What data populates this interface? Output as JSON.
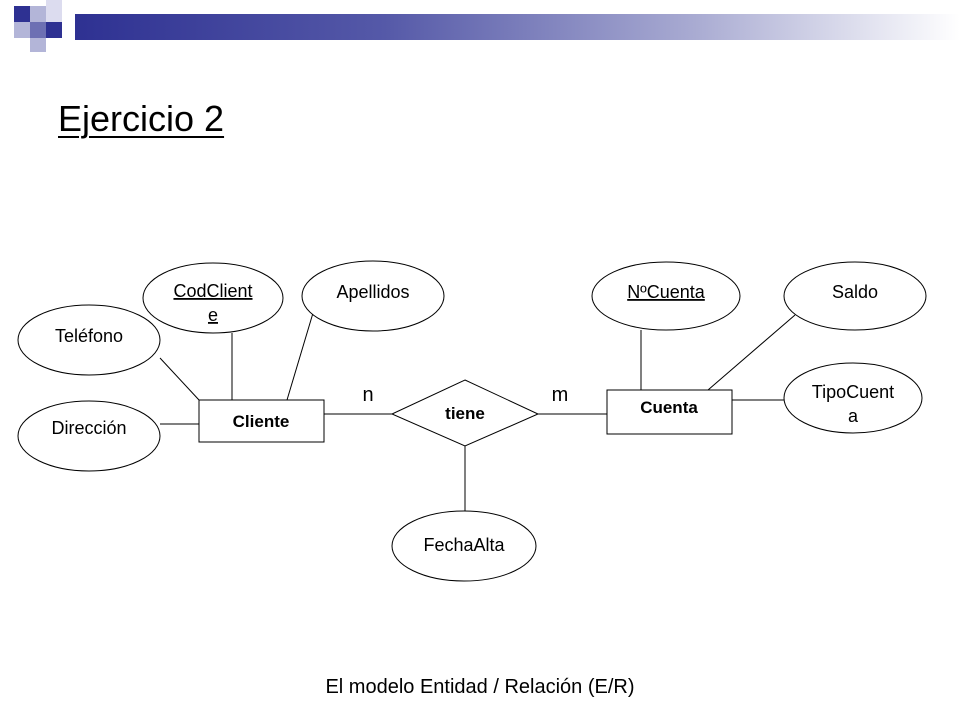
{
  "slide": {
    "title": "Ejercicio 2",
    "footer": "El modelo Entidad / Relación (E/R)",
    "colors": {
      "deco_dark": "#2e3192",
      "deco_mid": "#6d70b3",
      "deco_light": "#b3b5d8",
      "line": "#000000"
    }
  },
  "diagram": {
    "entities": {
      "cliente": "Cliente",
      "cuenta": "Cuenta"
    },
    "relationship": {
      "label": "tiene"
    },
    "attributes": {
      "codcliente": {
        "lines": [
          "CodClient",
          "e"
        ],
        "key": true
      },
      "apellidos": {
        "lines": [
          "Apellidos"
        ],
        "key": false
      },
      "telefono": {
        "lines": [
          "Teléfono"
        ],
        "key": false
      },
      "direccion": {
        "lines": [
          "Dirección"
        ],
        "key": false
      },
      "nocuenta": {
        "lines": [
          "NºCuenta"
        ],
        "key": true
      },
      "saldo": {
        "lines": [
          "Saldo"
        ],
        "key": false
      },
      "tipocuenta": {
        "lines": [
          "TipoCuent",
          "a"
        ],
        "key": false
      },
      "fechaalta": {
        "lines": [
          "FechaAlta"
        ],
        "key": false
      }
    },
    "cardinality": {
      "left": "n",
      "right": "m"
    }
  }
}
